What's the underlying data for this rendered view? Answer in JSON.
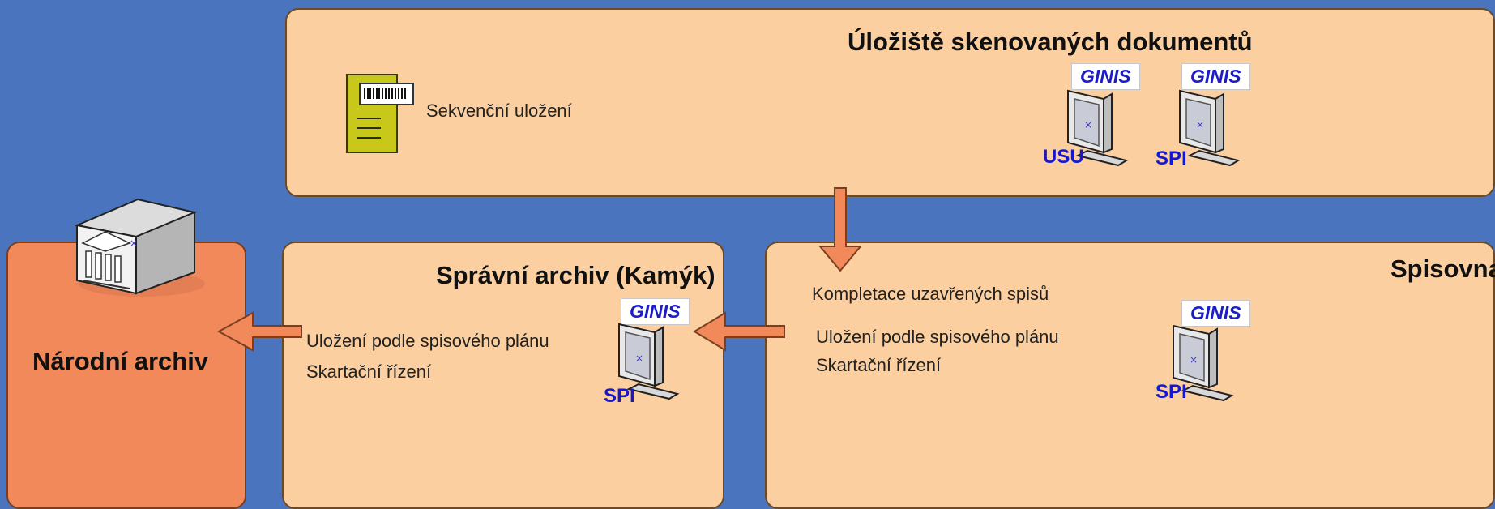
{
  "storage": {
    "title": "Úložiště skenovaných dokumentů",
    "item": "Sekvenční uložení",
    "workstations": [
      {
        "app": "GINIS",
        "label": "USU"
      },
      {
        "app": "GINIS",
        "label": "SPI"
      }
    ]
  },
  "spisovna": {
    "title": "Spisovna",
    "lines": [
      "Kompletace uzavřených spisů",
      "Uložení podle spisového plánu",
      "Skartační řízení"
    ],
    "workstation": {
      "app": "GINIS",
      "label": "SPI"
    }
  },
  "spravni": {
    "title": "Správní archiv (Kamýk)",
    "lines": [
      "Uložení podle spisového plánu",
      "Skartační řízení"
    ],
    "workstation": {
      "app": "GINIS",
      "label": "SPI"
    }
  },
  "narodni": {
    "title": "Národní archiv"
  },
  "colors": {
    "background": "#4a74be",
    "box_fill": "#fbcf9f",
    "archive_fill": "#f2895b",
    "arrow_fill": "#f2895b",
    "label_blue": "#1717d0"
  }
}
